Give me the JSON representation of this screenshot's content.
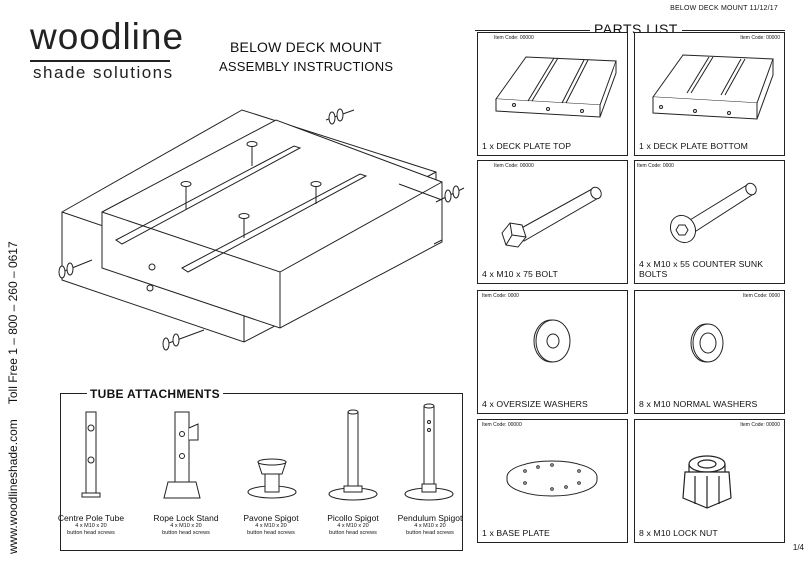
{
  "header": {
    "doc_ref": "BELOW DECK MOUNT 11/12/17"
  },
  "logo": {
    "brand": "woodline",
    "tagline": "shade solutions"
  },
  "title": {
    "line1": "BELOW DECK MOUNT",
    "line2": "ASSEMBLY INSTRUCTIONS"
  },
  "contact": {
    "website": "www.woodlineshade.com",
    "phone": "Toll Free 1 – 800 – 260 – 0617"
  },
  "tube_attachments": {
    "title": "TUBE ATTACHMENTS",
    "items": [
      {
        "label": "Centre Pole Tube",
        "screws": "4 x M10 x 20",
        "screw_type": "button head screws"
      },
      {
        "label": "Rope Lock Stand",
        "screws": "4 x M10 x 20",
        "screw_type": "button head screws"
      },
      {
        "label": "Pavone Spigot",
        "screws": "4 x M10 x 20",
        "screw_type": "button head screws"
      },
      {
        "label": "Picollo Spigot",
        "screws": "4 x M10 x 20",
        "screw_type": "button head screws"
      },
      {
        "label": "Pendulum Spigot",
        "screws": "4 x M10 x 20",
        "screw_type": "button head screws"
      }
    ]
  },
  "parts_list": {
    "title": "PARTS LIST",
    "items": [
      {
        "code": "Item Code: 00000",
        "caption": "1 x DECK PLATE TOP",
        "icon": "deck-plate-top"
      },
      {
        "code": "Item Code: 00000",
        "caption": "1 x DECK PLATE BOTTOM",
        "icon": "deck-plate-bottom"
      },
      {
        "code": "Item Code: 00000",
        "caption": "4 x M10 x 75 BOLT",
        "icon": "hex-bolt"
      },
      {
        "code": "Item Code: 0000",
        "caption": "4 x M10 x 55 COUNTER SUNK BOLTS",
        "icon": "countersunk-bolt"
      },
      {
        "code": "Item Code: 0000",
        "caption": "4 x OVERSIZE WASHERS",
        "icon": "oversize-washer"
      },
      {
        "code": "Item Code: 0000",
        "caption": "8 x M10 NORMAL WASHERS",
        "icon": "normal-washer"
      },
      {
        "code": "Item Code: 00000",
        "caption": "1 x BASE PLATE",
        "icon": "base-plate"
      },
      {
        "code": "Item Code: 00000",
        "caption": "8 x M10 LOCK NUT",
        "icon": "lock-nut"
      }
    ]
  },
  "footer": {
    "page": "1/4"
  }
}
